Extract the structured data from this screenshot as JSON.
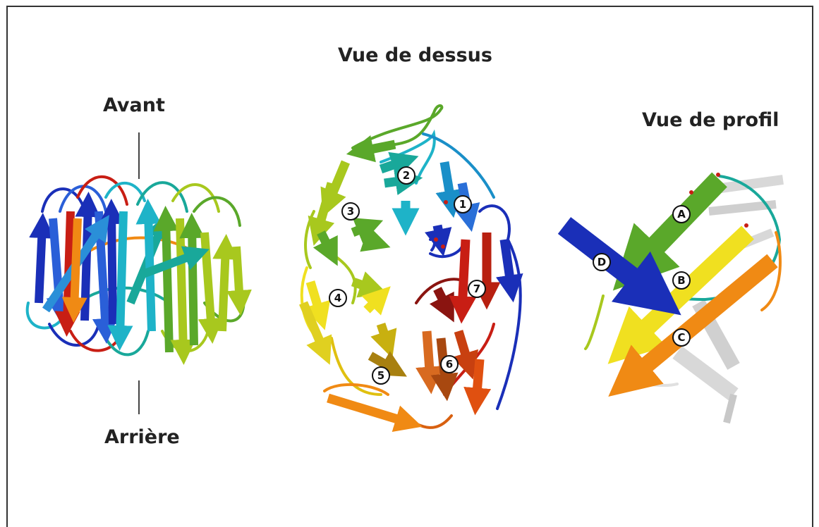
{
  "labels": {
    "top_view": "Vue de dessus",
    "front": "Avant",
    "back": "Arrière",
    "profile_view": "Vue de profil"
  },
  "blade_numbers": [
    "1",
    "2",
    "3",
    "4",
    "5",
    "6",
    "7"
  ],
  "strand_letters": [
    "A",
    "B",
    "C",
    "D"
  ],
  "colors": {
    "blue": "#1a2fb8",
    "cyan": "#1eb3c8",
    "teal": "#19a89a",
    "green": "#5aa82a",
    "yellowgreen": "#a8c81e",
    "yellow": "#f0e020",
    "orange": "#f08a14",
    "red": "#c81e14",
    "darkred": "#8a1410",
    "grey": "#d8d8d8"
  }
}
